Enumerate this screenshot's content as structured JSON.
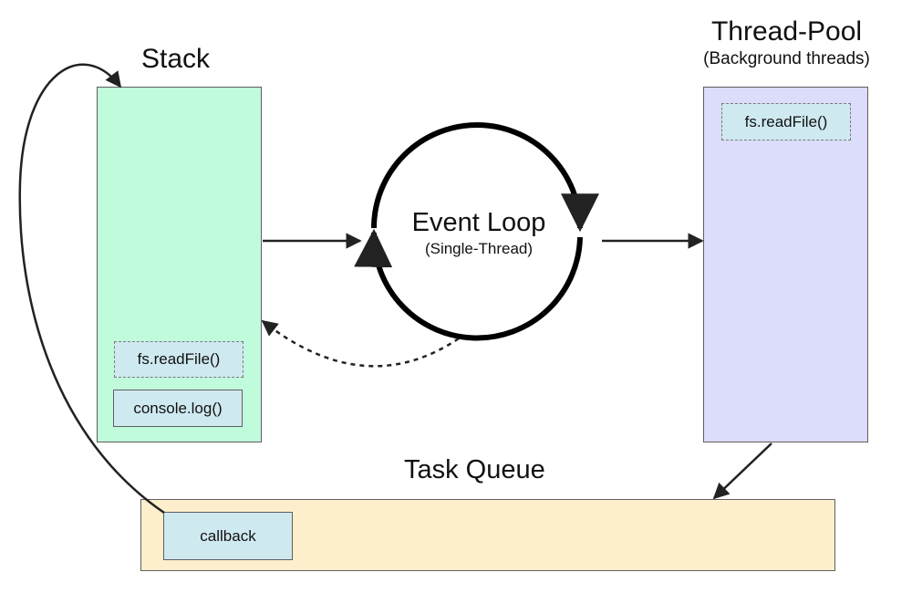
{
  "colors": {
    "stack_bg": "#c0fbdc",
    "threadpool_bg": "#dcdcfb",
    "queue_bg": "#fdefcc",
    "chip_bg": "#cfe9f1",
    "stroke": "#222222"
  },
  "stack": {
    "title": "Stack",
    "items": [
      "fs.readFile()",
      "console.log()"
    ]
  },
  "event_loop": {
    "title": "Event Loop",
    "subtitle": "(Single-Thread)"
  },
  "thread_pool": {
    "title": "Thread-Pool",
    "subtitle": "(Background threads)",
    "items": [
      "fs.readFile()"
    ]
  },
  "task_queue": {
    "title": "Task Queue",
    "items": [
      "callback"
    ]
  }
}
